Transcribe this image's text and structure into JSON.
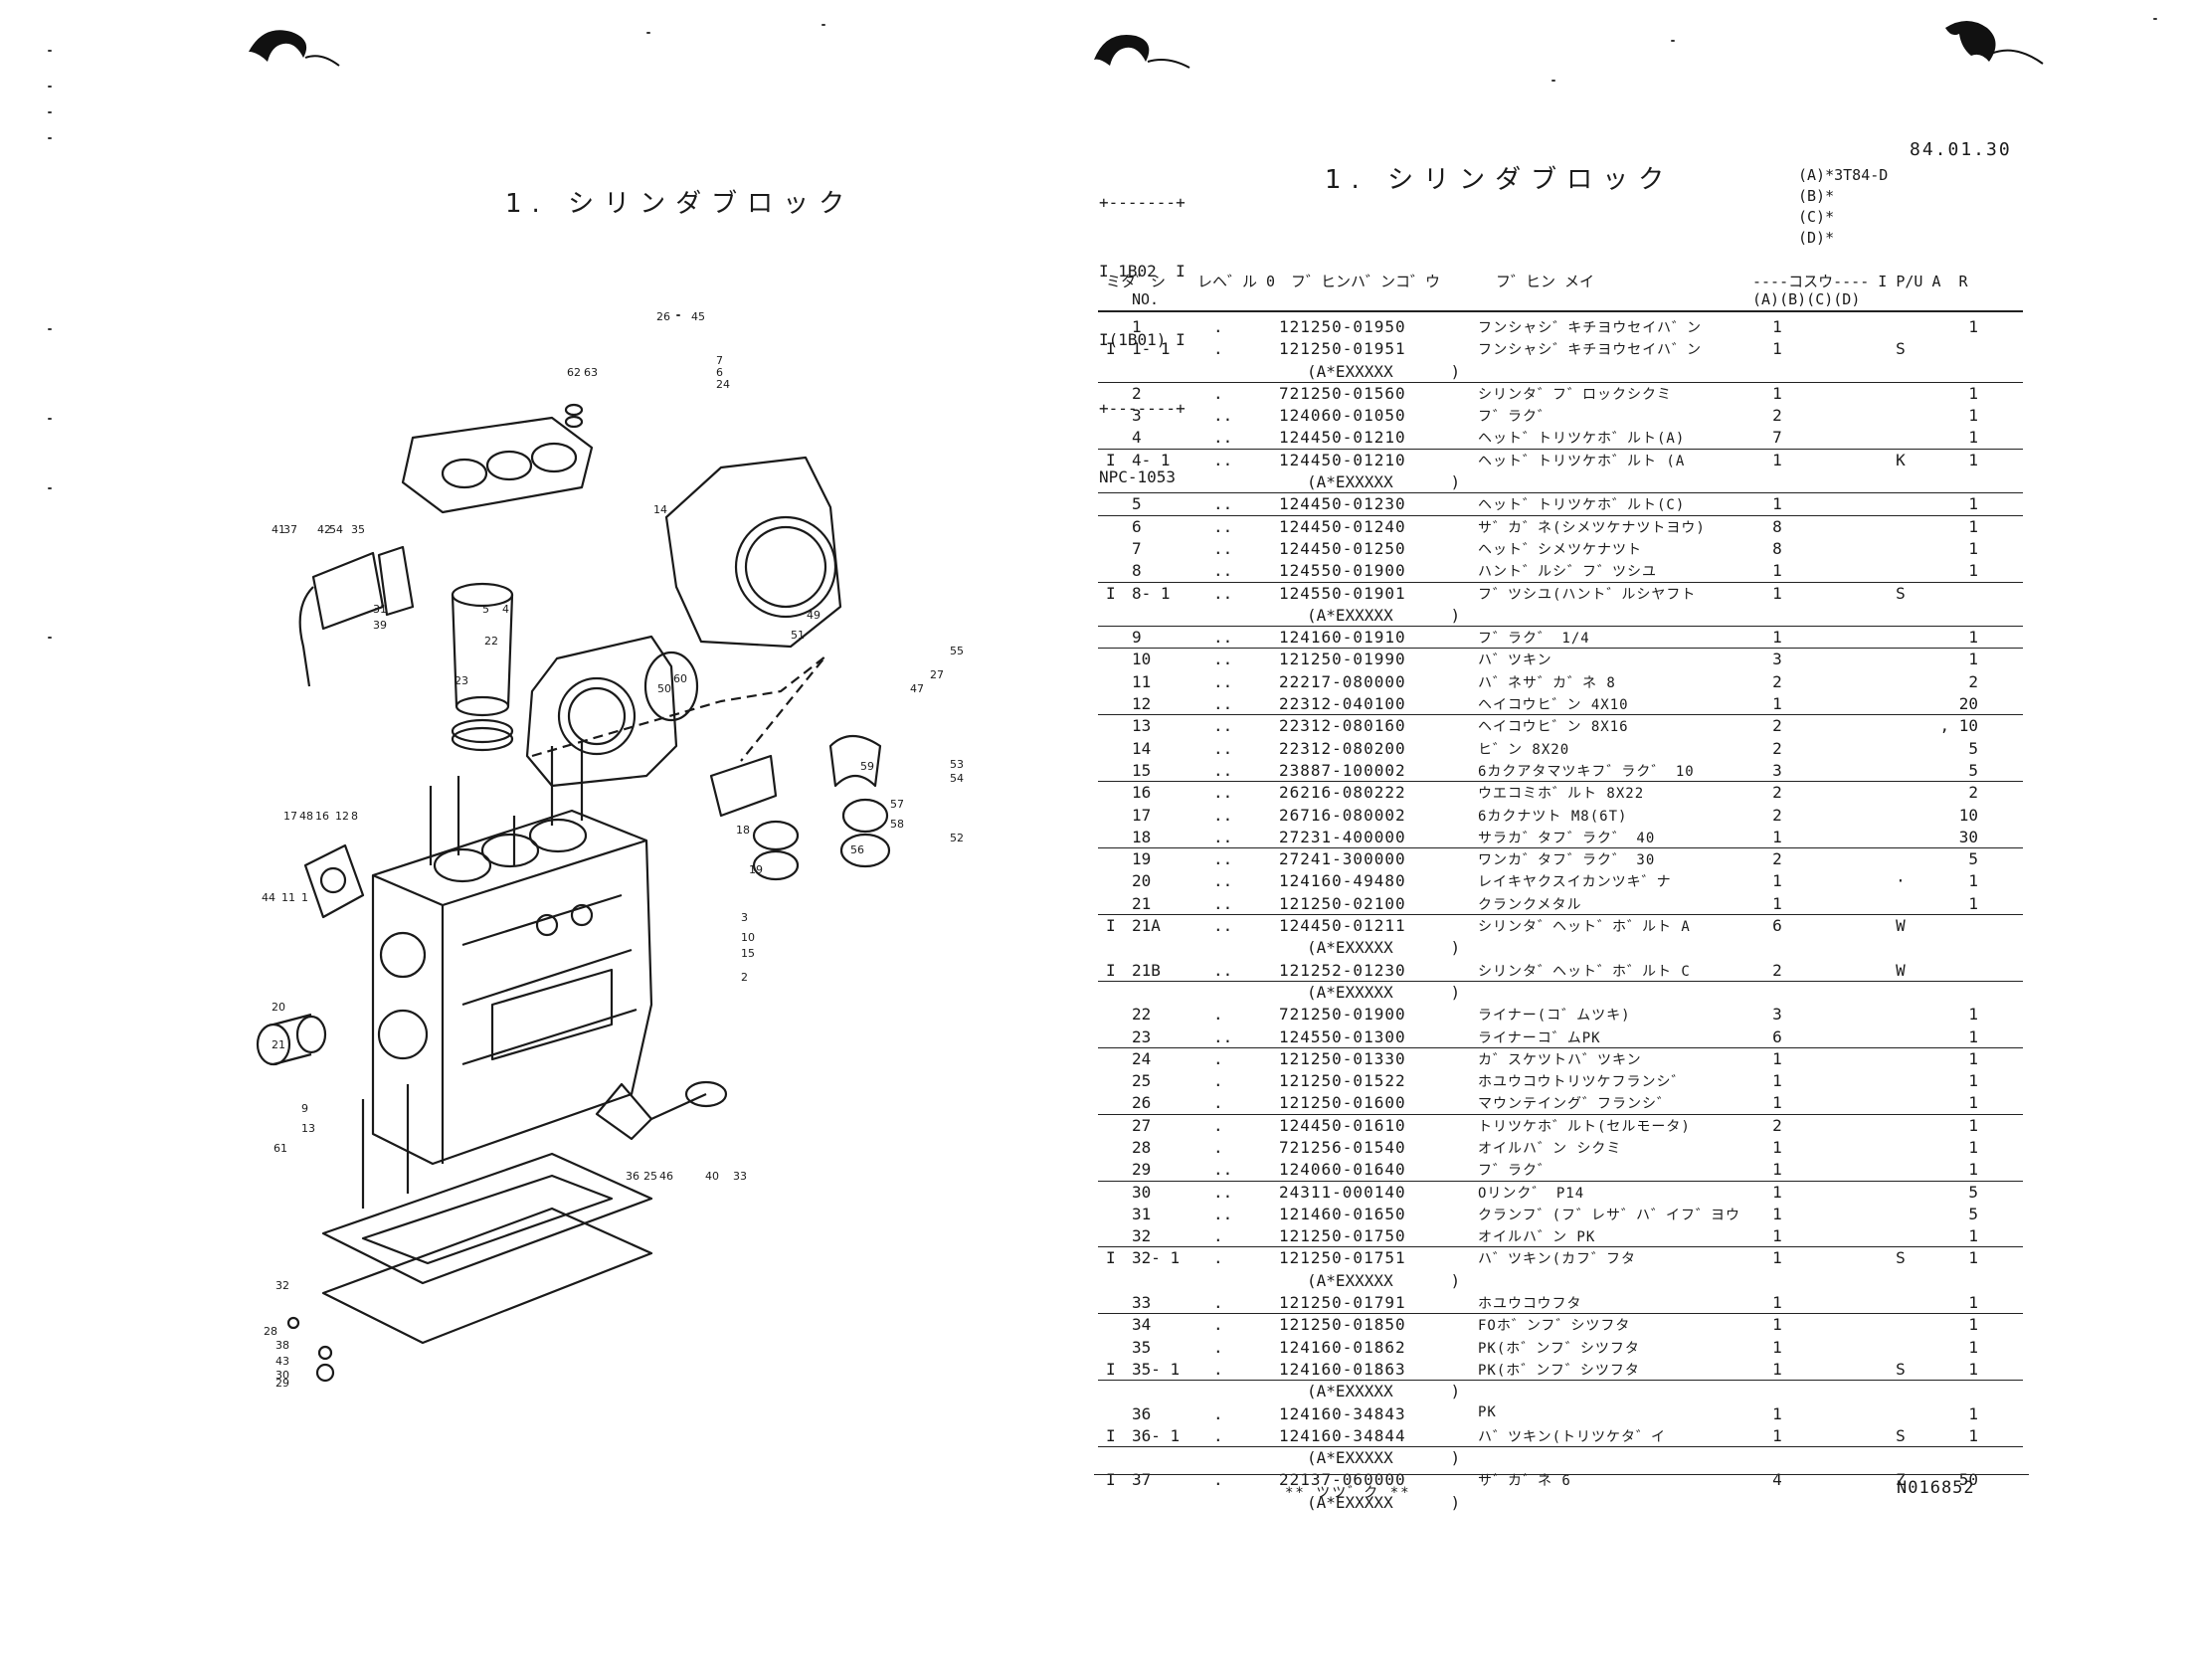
{
  "left_page": {
    "title": "1. シリンダブロック"
  },
  "diagram": {
    "callouts": [
      "26",
      "45",
      "7",
      "6",
      "24",
      "62",
      "63",
      "14",
      "27",
      "47",
      "41",
      "37",
      "42",
      "54",
      "35",
      "22",
      "31",
      "39",
      "23",
      "5",
      "4",
      "51",
      "49",
      "50",
      "60",
      "55",
      "53",
      "54",
      "52",
      "17",
      "48",
      "16",
      "12",
      "8",
      "59",
      "57",
      "58",
      "56",
      "18",
      "19",
      "44",
      "11",
      "1",
      "3",
      "10",
      "15",
      "2",
      "20",
      "21",
      "9",
      "13",
      "36",
      "25",
      "46",
      "40",
      "33",
      "61",
      "32",
      "28",
      "38",
      "43",
      "30",
      "29"
    ]
  },
  "right_page": {
    "code_box": {
      "lines": [
        "+-------+",
        "I 1B02  I",
        "I(1B01) I",
        "+-------+",
        "NPC-1053"
      ]
    },
    "title": "1. シリンダブロック",
    "date": "84.01.30",
    "models": [
      "(A)*3T84-D",
      "(B)*",
      "(C)*",
      "(D)*"
    ],
    "headers": {
      "no": "ミタ゛シ",
      "no2": "NO.",
      "level": "レヘ゛ル 0",
      "part_no": "フ゛ヒンハ゛ンコ゛ウ",
      "name": "フ゛ヒン メイ",
      "qty": "----コスウ---- I P/U A  R",
      "qty_cols": "(A)(B)(C)(D)"
    },
    "rows": [
      {
        "i": "",
        "no": "1",
        "lv": ".",
        "pn": "121250-01950",
        "name": "フンシャシ゛キチヨウセイハ゛ン",
        "qa": "1",
        "ip": "",
        "pu": "1",
        "rule": false
      },
      {
        "i": "I",
        "no": "1- 1",
        "lv": ".",
        "pn": "121250-01951",
        "name": "フンシャシ゛キチヨウセイハ゛ン",
        "qa": "1",
        "ip": "S",
        "pu": "",
        "rule": false
      },
      {
        "note": "(A*EXXXXX      )",
        "rule": true
      },
      {
        "i": "",
        "no": "2",
        "lv": ".",
        "pn": "721250-01560",
        "name": "シリンタ゛フ゛ロックシクミ",
        "qa": "1",
        "ip": "",
        "pu": "1",
        "rule": false
      },
      {
        "i": "",
        "no": "3",
        "lv": "..",
        "pn": "124060-01050",
        "name": "フ゛ラク゛",
        "qa": "2",
        "ip": "",
        "pu": "1",
        "rule": false
      },
      {
        "i": "",
        "no": "4",
        "lv": "..",
        "pn": "124450-01210",
        "name": "ヘット゛トリツケホ゛ルト(A)",
        "qa": "7",
        "ip": "",
        "pu": "1",
        "rule": true
      },
      {
        "i": "I",
        "no": "4- 1",
        "lv": "..",
        "pn": "124450-01210",
        "name": "ヘット゛トリツケホ゛ルト (A",
        "qa": "1",
        "ip": "K",
        "pu": "1",
        "rule": false
      },
      {
        "note": "(A*EXXXXX      )",
        "rule": true
      },
      {
        "i": "",
        "no": "5",
        "lv": "..",
        "pn": "124450-01230",
        "name": "ヘット゛トリツケホ゛ルト(C)",
        "qa": "1",
        "ip": "",
        "pu": "1",
        "rule": true
      },
      {
        "i": "",
        "no": "6",
        "lv": "..",
        "pn": "124450-01240",
        "name": "サ゛カ゛ネ(シメツケナツトヨウ)",
        "qa": "8",
        "ip": "",
        "pu": "1",
        "rule": false
      },
      {
        "i": "",
        "no": "7",
        "lv": "..",
        "pn": "124450-01250",
        "name": "ヘット゛シメツケナツト",
        "qa": "8",
        "ip": "",
        "pu": "1",
        "rule": false
      },
      {
        "i": "",
        "no": "8",
        "lv": "..",
        "pn": "124550-01900",
        "name": "ハント゛ルシ゛フ゛ツシユ",
        "qa": "1",
        "ip": "",
        "pu": "1",
        "rule": true
      },
      {
        "i": "I",
        "no": "8- 1",
        "lv": "..",
        "pn": "124550-01901",
        "name": "フ゛ツシユ(ハント゛ルシヤフト",
        "qa": "1",
        "ip": "S",
        "pu": "",
        "rule": false
      },
      {
        "note": "(A*EXXXXX      )",
        "rule": true
      },
      {
        "i": "",
        "no": "9",
        "lv": "..",
        "pn": "124160-01910",
        "name": "フ゛ラク゛ 1/4",
        "qa": "1",
        "ip": "",
        "pu": "1",
        "rule": true
      },
      {
        "i": "",
        "no": "10",
        "lv": "..",
        "pn": "121250-01990",
        "name": "ハ゛ツキン",
        "qa": "3",
        "ip": "",
        "pu": "1",
        "rule": false
      },
      {
        "i": "",
        "no": "11",
        "lv": "..",
        "pn": "22217-080000",
        "name": "ハ゛ネサ゛カ゛ネ 8",
        "qa": "2",
        "ip": "",
        "pu": "2",
        "rule": false
      },
      {
        "i": "",
        "no": "12",
        "lv": "..",
        "pn": "22312-040100",
        "name": "ヘイコウヒ゛ン 4X10",
        "qa": "1",
        "ip": "",
        "pu": "20",
        "rule": true
      },
      {
        "i": "",
        "no": "13",
        "lv": "..",
        "pn": "22312-080160",
        "name": "ヘイコウヒ゛ン 8X16",
        "qa": "2",
        "ip": "",
        "pu": ", 10",
        "rule": false
      },
      {
        "i": "",
        "no": "14",
        "lv": "..",
        "pn": "22312-080200",
        "name": "ヒ゛ン 8X20",
        "qa": "2",
        "ip": "",
        "pu": "5",
        "rule": false
      },
      {
        "i": "",
        "no": "15",
        "lv": "..",
        "pn": "23887-100002",
        "name": "6カクアタマツキフ゛ラク゛ 10",
        "qa": "3",
        "ip": "",
        "pu": "5",
        "rule": true
      },
      {
        "i": "",
        "no": "16",
        "lv": "..",
        "pn": "26216-080222",
        "name": "ウエコミホ゛ルト 8X22",
        "qa": "2",
        "ip": "",
        "pu": "2",
        "rule": false
      },
      {
        "i": "",
        "no": "17",
        "lv": "..",
        "pn": "26716-080002",
        "name": "6カクナツト M8(6T)",
        "qa": "2",
        "ip": "",
        "pu": "10",
        "rule": false
      },
      {
        "i": "",
        "no": "18",
        "lv": "..",
        "pn": "27231-400000",
        "name": "サラカ゛タフ゛ラク゛ 40",
        "qa": "1",
        "ip": "",
        "pu": "30",
        "rule": true
      },
      {
        "i": "",
        "no": "19",
        "lv": "..",
        "pn": "27241-300000",
        "name": "ワンカ゛タフ゛ラク゛ 30",
        "qa": "2",
        "ip": "",
        "pu": "5",
        "rule": false
      },
      {
        "i": "",
        "no": "20",
        "lv": "..",
        "pn": "124160-49480",
        "name": "レイキヤクスイカンツキ゛ナ",
        "qa": "1",
        "ip": "·",
        "pu": "1",
        "rule": false
      },
      {
        "i": "",
        "no": "21",
        "lv": "..",
        "pn": "121250-02100",
        "name": "クランクメタル",
        "qa": "1",
        "ip": "",
        "pu": "1",
        "rule": true
      },
      {
        "i": "I",
        "no": "21A",
        "lv": "..",
        "pn": "124450-01211",
        "name": "シリンタ゛ヘット゛ホ゛ルト A",
        "qa": "6",
        "ip": "W",
        "pu": "",
        "rule": false
      },
      {
        "note": "(A*EXXXXX      )",
        "rule": false
      },
      {
        "i": "I",
        "no": "21B",
        "lv": "..",
        "pn": "121252-01230",
        "name": "シリンタ゛ヘット゛ホ゛ルト C",
        "qa": "2",
        "ip": "W",
        "pu": "",
        "rule": true
      },
      {
        "note": "(A*EXXXXX      )",
        "rule": false
      },
      {
        "i": "",
        "no": "22",
        "lv": ".",
        "pn": "721250-01900",
        "name": "ライナー(コ゛ムツキ)",
        "qa": "3",
        "ip": "",
        "pu": "1",
        "rule": false
      },
      {
        "i": "",
        "no": "23",
        "lv": "..",
        "pn": "124550-01300",
        "name": "ライナーコ゛ムPK",
        "qa": "6",
        "ip": "",
        "pu": "1",
        "rule": true
      },
      {
        "i": "",
        "no": "24",
        "lv": ".",
        "pn": "121250-01330",
        "name": "カ゛スケツトハ゛ツキン",
        "qa": "1",
        "ip": "",
        "pu": "1",
        "rule": false
      },
      {
        "i": "",
        "no": "25",
        "lv": ".",
        "pn": "121250-01522",
        "name": "ホユウコウトリツケフランシ゛",
        "qa": "1",
        "ip": "",
        "pu": "1",
        "rule": false
      },
      {
        "i": "",
        "no": "26",
        "lv": ".",
        "pn": "121250-01600",
        "name": "マウンテイング゛フランシ゛",
        "qa": "1",
        "ip": "",
        "pu": "1",
        "rule": true
      },
      {
        "i": "",
        "no": "27",
        "lv": ".",
        "pn": "124450-01610",
        "name": "トリツケホ゛ルト(セルモータ)",
        "qa": "2",
        "ip": "",
        "pu": "1",
        "rule": false
      },
      {
        "i": "",
        "no": "28",
        "lv": ".",
        "pn": "721256-01540",
        "name": "オイルハ゛ン シクミ",
        "qa": "1",
        "ip": "",
        "pu": "1",
        "rule": false
      },
      {
        "i": "",
        "no": "29",
        "lv": "..",
        "pn": "124060-01640",
        "name": "フ゛ラク゛",
        "qa": "1",
        "ip": "",
        "pu": "1",
        "rule": true
      },
      {
        "i": "",
        "no": "30",
        "lv": "..",
        "pn": "24311-000140",
        "name": "Oリンク゛ P14",
        "qa": "1",
        "ip": "",
        "pu": "5",
        "rule": false
      },
      {
        "i": "",
        "no": "31",
        "lv": "..",
        "pn": "121460-01650",
        "name": "クランフ゛(フ゛レサ゛ハ゛イフ゛ヨウ",
        "qa": "1",
        "ip": "",
        "pu": "5",
        "rule": false
      },
      {
        "i": "",
        "no": "32",
        "lv": ".",
        "pn": "121250-01750",
        "name": "オイルハ゛ン PK",
        "qa": "1",
        "ip": "",
        "pu": "1",
        "rule": true
      },
      {
        "i": "I",
        "no": "32- 1",
        "lv": ".",
        "pn": "121250-01751",
        "name": "ハ゛ツキン(カフ゛フタ",
        "qa": "1",
        "ip": "S",
        "pu": "1",
        "rule": false
      },
      {
        "note": "(A*EXXXXX      )",
        "rule": false
      },
      {
        "i": "",
        "no": "33",
        "lv": ".",
        "pn": "121250-01791",
        "name": "ホユウコウフタ",
        "qa": "1",
        "ip": "",
        "pu": "1",
        "rule": true
      },
      {
        "i": "",
        "no": "34",
        "lv": ".",
        "pn": "121250-01850",
        "name": "FOホ゛ンフ゛シツフタ",
        "qa": "1",
        "ip": "",
        "pu": "1",
        "rule": false
      },
      {
        "i": "",
        "no": "35",
        "lv": ".",
        "pn": "124160-01862",
        "name": "PK(ホ゛ンフ゛シツフタ",
        "qa": "1",
        "ip": "",
        "pu": "1",
        "rule": false
      },
      {
        "i": "I",
        "no": "35- 1",
        "lv": ".",
        "pn": "124160-01863",
        "name": "PK(ホ゛ンフ゛シツフタ",
        "qa": "1",
        "ip": "S",
        "pu": "1",
        "rule": true
      },
      {
        "note": "(A*EXXXXX      )",
        "rule": false
      },
      {
        "i": "",
        "no": "36",
        "lv": ".",
        "pn": "124160-34843",
        "name": "PK",
        "qa": "1",
        "ip": "",
        "pu": "1",
        "rule": false
      },
      {
        "i": "I",
        "no": "36- 1",
        "lv": ".",
        "pn": "124160-34844",
        "name": "ハ゛ツキン(トリツケタ゛イ",
        "qa": "1",
        "ip": "S",
        "pu": "1",
        "rule": true
      },
      {
        "note": "(A*EXXXXX      )",
        "rule": false
      },
      {
        "i": "I",
        "no": "37",
        "lv": ".",
        "pn": "22137-060000",
        "name": "サ゛カ゛ネ 6",
        "qa": "4",
        "ip": "Z",
        "pu": "50",
        "rule": false
      },
      {
        "note": "(A*EXXXXX      )",
        "rule": false
      }
    ],
    "footer_mark": "** ツツ゛ク **",
    "doc_id": "N016852"
  },
  "colors": {
    "ink": "#1a1a1a",
    "paper": "#ffffff"
  }
}
